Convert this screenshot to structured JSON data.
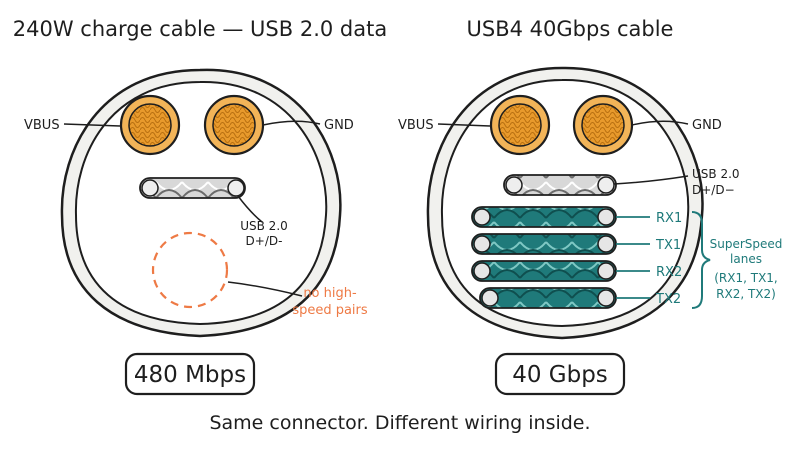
{
  "left": {
    "title": "240W charge cable — USB 2.0 data",
    "vbus": "VBUS",
    "gnd": "GND",
    "usb2_line1": "USB 2.0",
    "usb2_line2": "D+/D-",
    "no_pairs_line1": "no high-",
    "no_pairs_line2": "speed pairs",
    "speed": "480 Mbps"
  },
  "right": {
    "title": "USB4 40Gbps cable",
    "vbus": "VBUS",
    "gnd": "GND",
    "usb2_line1": "USB 2.0",
    "usb2_line2": "D+/D−",
    "lanes": [
      "RX1",
      "TX1",
      "RX2",
      "TX2"
    ],
    "brace_line1": "SuperSpeed",
    "brace_line2": "lanes",
    "brace_line3": "(RX1, TX1,",
    "brace_line4": "RX2, TX2)",
    "speed": "40 Gbps"
  },
  "caption": "Same connector. Different wiring inside.",
  "colors": {
    "ink": "#1e1e1e",
    "copper": "#e89a2c",
    "copper_dark": "#b86f10",
    "teal": "#1f7a7a",
    "orange_dash": "#ee7a45",
    "jacket": "#f1f1ee"
  }
}
